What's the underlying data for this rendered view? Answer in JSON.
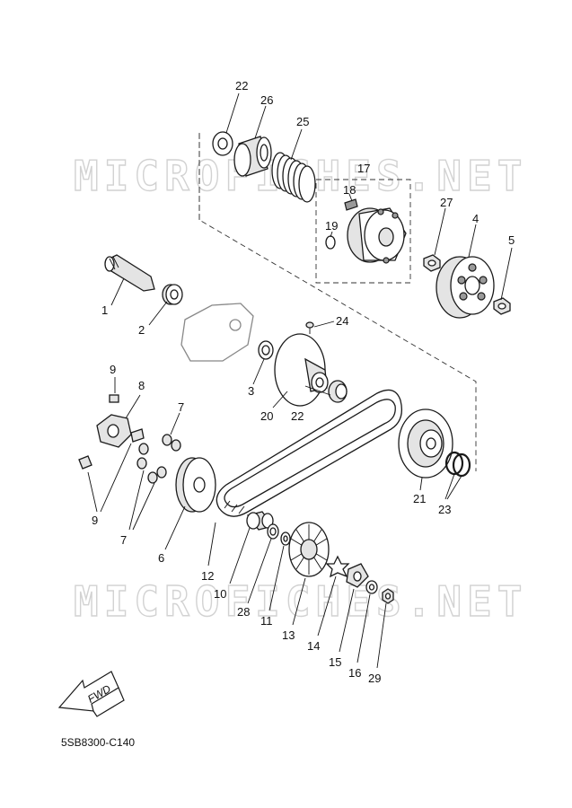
{
  "watermark": {
    "text": "MICROFICHES.NET",
    "color": "#d2d2d2"
  },
  "catalog_code": "5SB8300-C140",
  "fwd_label": "FWD",
  "callouts": {
    "c1": "1",
    "c2": "2",
    "c3": "3",
    "c4": "4",
    "c5": "5",
    "c6": "6",
    "c7a": "7",
    "c7b": "7",
    "c8": "8",
    "c9a": "9",
    "c9b": "9",
    "c10": "10",
    "c11": "11",
    "c12": "12",
    "c13": "13",
    "c14": "14",
    "c15": "15",
    "c16": "16",
    "c17": "17",
    "c18": "18",
    "c19": "19",
    "c20": "20",
    "c21": "21",
    "c22a": "22",
    "c22b": "22",
    "c23": "23",
    "c24": "24",
    "c25": "25",
    "c26": "26",
    "c27": "27",
    "c28": "28",
    "c29": "29"
  },
  "colors": {
    "line": "#1a1a1a",
    "fill_light": "#e4e4e4",
    "fill_dark": "#9a9a9a"
  }
}
